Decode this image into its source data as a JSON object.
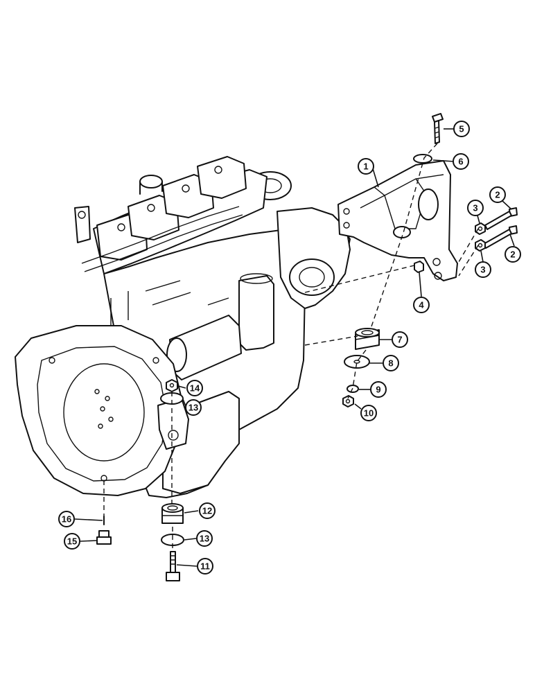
{
  "callouts": [
    {
      "id": "c1",
      "label": "1"
    },
    {
      "id": "c2a",
      "label": "2"
    },
    {
      "id": "c2b",
      "label": "2"
    },
    {
      "id": "c3a",
      "label": "3"
    },
    {
      "id": "c3b",
      "label": "3"
    },
    {
      "id": "c4",
      "label": "4"
    },
    {
      "id": "c5",
      "label": "5"
    },
    {
      "id": "c6",
      "label": "6"
    },
    {
      "id": "c7",
      "label": "7"
    },
    {
      "id": "c8",
      "label": "8"
    },
    {
      "id": "c9",
      "label": "9"
    },
    {
      "id": "c10",
      "label": "10"
    },
    {
      "id": "c11",
      "label": "11"
    },
    {
      "id": "c12",
      "label": "12"
    },
    {
      "id": "c13a",
      "label": "13"
    },
    {
      "id": "c13b",
      "label": "13"
    },
    {
      "id": "c14",
      "label": "14"
    },
    {
      "id": "c15",
      "label": "15"
    },
    {
      "id": "c16",
      "label": "16"
    }
  ]
}
